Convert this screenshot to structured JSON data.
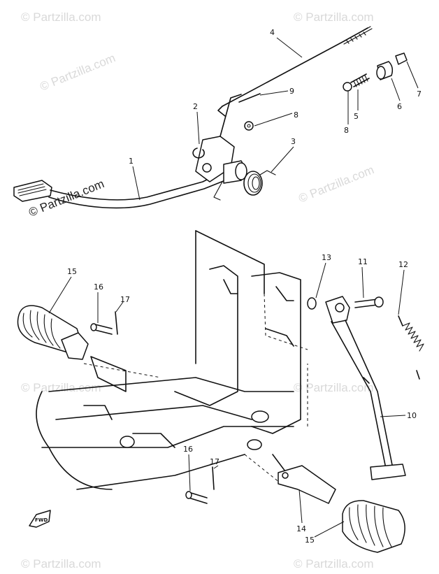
{
  "watermark": {
    "text": "© Partzilla.com"
  },
  "fwd_label": "FWD",
  "callouts": [
    {
      "id": "1",
      "label": "1"
    },
    {
      "id": "2",
      "label": "2"
    },
    {
      "id": "3",
      "label": "3"
    },
    {
      "id": "4",
      "label": "4"
    },
    {
      "id": "5",
      "label": "5"
    },
    {
      "id": "6",
      "label": "6"
    },
    {
      "id": "7",
      "label": "7"
    },
    {
      "id": "8a",
      "label": "8"
    },
    {
      "id": "8b",
      "label": "8"
    },
    {
      "id": "9",
      "label": "9"
    },
    {
      "id": "10",
      "label": "10"
    },
    {
      "id": "11",
      "label": "11"
    },
    {
      "id": "12",
      "label": "12"
    },
    {
      "id": "13",
      "label": "13"
    },
    {
      "id": "14",
      "label": "14"
    },
    {
      "id": "15a",
      "label": "15"
    },
    {
      "id": "15b",
      "label": "15"
    },
    {
      "id": "16a",
      "label": "16"
    },
    {
      "id": "16b",
      "label": "16"
    },
    {
      "id": "17a",
      "label": "17"
    },
    {
      "id": "17b",
      "label": "17"
    }
  ]
}
